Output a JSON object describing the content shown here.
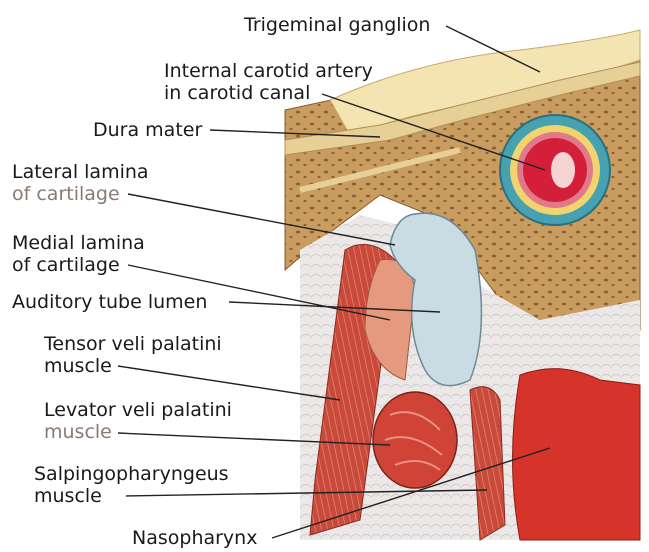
{
  "colors": {
    "bone": "#c79a5c",
    "bone_dark": "#9b6a3a",
    "ganglion": "#f3e3b0",
    "dura": "#e6cf94",
    "cartilage": "#c8dbe3",
    "muscle": "#c74b3c",
    "muscle_light": "#e49a80",
    "nasopharynx": "#d7332b",
    "connective": "#e9e6e4",
    "artery_wall": "#4aa6b5",
    "artery_lumen": "#d41f3b",
    "leader": "#222222",
    "muted_text": "#8a7a72"
  },
  "labels": [
    {
      "id": "trigeminal",
      "lines": [
        {
          "text": "Trigeminal ganglion"
        }
      ]
    },
    {
      "id": "carotid",
      "lines": [
        {
          "text": "Internal carotid artery"
        },
        {
          "text": "in carotid canal"
        }
      ]
    },
    {
      "id": "dura",
      "lines": [
        {
          "text": "Dura mater"
        }
      ]
    },
    {
      "id": "lateral",
      "lines": [
        {
          "text": "Lateral lamina"
        },
        {
          "text": "of cartilage",
          "muted": true
        }
      ]
    },
    {
      "id": "medial",
      "lines": [
        {
          "text": "Medial lamina"
        },
        {
          "text": "of cartilage"
        }
      ]
    },
    {
      "id": "lumen",
      "lines": [
        {
          "text": "Auditory tube lumen"
        }
      ]
    },
    {
      "id": "tensor",
      "lines": [
        {
          "text": "Tensor veli palatini"
        },
        {
          "text": "muscle"
        }
      ]
    },
    {
      "id": "levator",
      "lines": [
        {
          "text": "Levator veli palatini"
        },
        {
          "text": "muscle",
          "muted": true
        }
      ]
    },
    {
      "id": "salpingo",
      "lines": [
        {
          "text": "Salpingopharyngeus"
        },
        {
          "text": "muscle"
        }
      ]
    },
    {
      "id": "nasopharynx",
      "lines": [
        {
          "text": "Nasopharynx"
        }
      ]
    }
  ]
}
